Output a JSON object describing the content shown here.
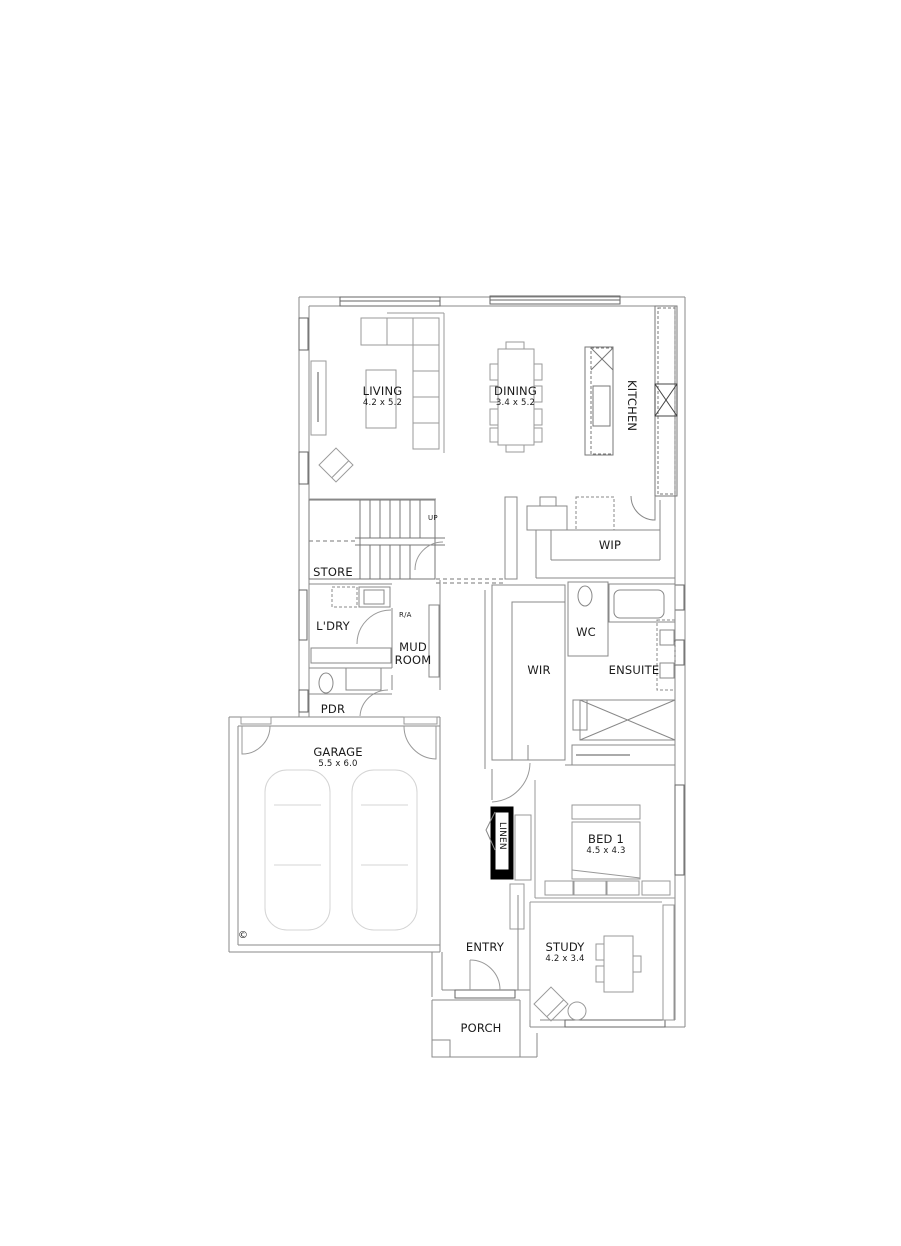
{
  "plan": {
    "type": "ground-floor-plan",
    "colors": {
      "wall": "#8a8a8a",
      "furniture": "#9a9a9a",
      "car": "#d4d4d4",
      "fill_dark": "#000000",
      "text": "#1a1a1a",
      "background": "#ffffff"
    },
    "copyright_symbol": "©",
    "annotations": {
      "stairs_up": "UP",
      "return_air": "R/A"
    },
    "rooms": {
      "living": {
        "name": "LIVING",
        "dims": "4.2 x 5.2"
      },
      "dining": {
        "name": "DINING",
        "dims": "3.4 x 5.2"
      },
      "kitchen": {
        "name": "KITCHEN"
      },
      "wip": {
        "name": "WIP"
      },
      "store": {
        "name": "STORE"
      },
      "laundry": {
        "name": "L'DRY"
      },
      "mudroom": {
        "name_line1": "MUD",
        "name_line2": "ROOM"
      },
      "pdr": {
        "name": "PDR"
      },
      "wc": {
        "name": "WC"
      },
      "wir": {
        "name": "WIR"
      },
      "ensuite": {
        "name": "ENSUITE"
      },
      "garage": {
        "name": "GARAGE",
        "dims": "5.5 x 6.0"
      },
      "linen": {
        "name": "LINEN"
      },
      "bed1": {
        "name": "BED 1",
        "dims": "4.5 x 4.3"
      },
      "entry": {
        "name": "ENTRY"
      },
      "study": {
        "name": "STUDY",
        "dims": "4.2 x 3.4"
      },
      "porch": {
        "name": "PORCH"
      }
    }
  }
}
